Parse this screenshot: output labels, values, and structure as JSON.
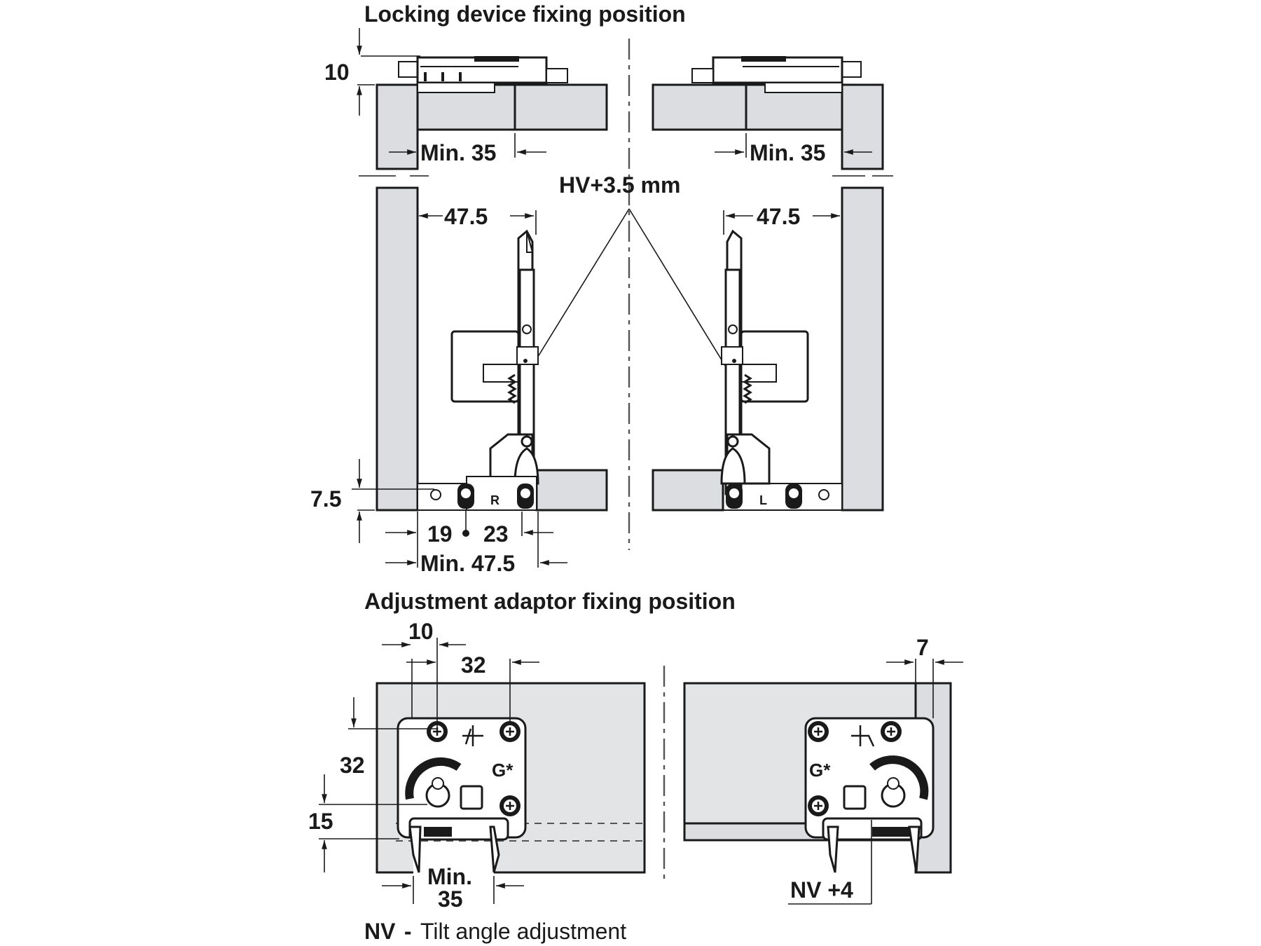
{
  "sections": {
    "locking": {
      "title": "Locking device fixing position",
      "dims": {
        "top_height": "10",
        "min35_left": "Min. 35",
        "min35_right": "Min. 35",
        "hv": "HV+3.5 mm",
        "d475_left": "47.5",
        "d475_right": "47.5",
        "bottom_height": "7.5",
        "d19": "19",
        "d23": "23",
        "min475": "Min. 47.5"
      },
      "part_labels": {
        "right_hand": "R",
        "left_hand": "L"
      }
    },
    "adjustment": {
      "title": "Adjustment adaptor fixing position",
      "dims": {
        "d10": "10",
        "d32_horizontal": "32",
        "d32_vertical": "32",
        "d15": "15",
        "min_label": "Min.",
        "min_value": "35",
        "d7": "7",
        "nv4": "NV +4"
      }
    }
  },
  "legend": {
    "abbr": "NV",
    "separator": "-",
    "text": "Tilt angle adjustment"
  },
  "colors": {
    "panel_fill": "#dcdde0",
    "line": "#1a1a1a",
    "background": "#ffffff"
  }
}
